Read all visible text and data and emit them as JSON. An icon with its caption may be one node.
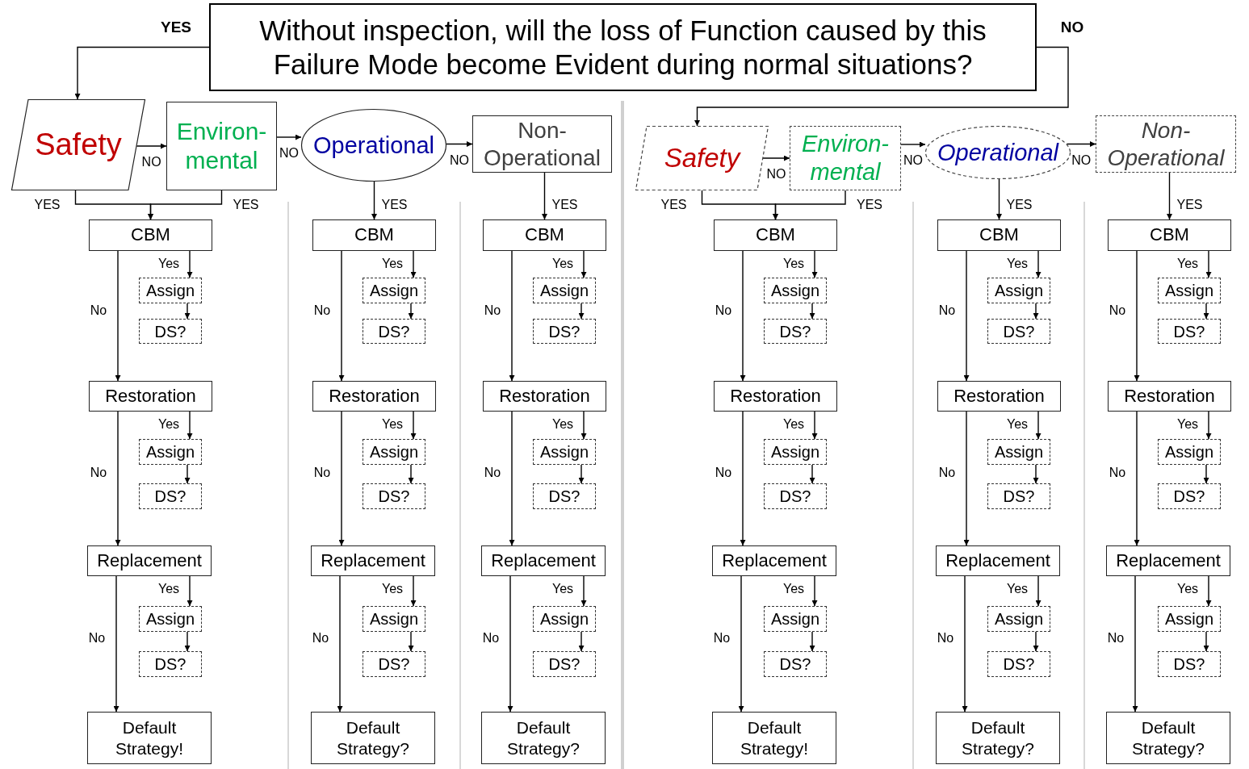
{
  "diagram": {
    "nodes": [
      {
        "text": [
          "Without inspection, will the loss of Function caused by this Failure Mode become Evident during normal situations?"
        ]
      },
      {
        "text": [
          "Safety"
        ]
      },
      {
        "text": [
          "Environ- mental"
        ]
      },
      {
        "text": [
          "Operational"
        ]
      },
      {
        "text": [
          "Non- Operational"
        ]
      },
      {
        "text": [
          "Safety"
        ]
      },
      {
        "text": [
          "Environ- mental"
        ]
      },
      {
        "text": [
          "Operational"
        ]
      },
      {
        "text": [
          "Non- Operational"
        ]
      },
      {
        "text": [
          "CBM"
        ]
      },
      {
        "text": [
          "Assign"
        ]
      },
      {
        "text": [
          "DS?"
        ]
      },
      {
        "text": [
          "Restoration"
        ]
      },
      {
        "text": [
          "Assign"
        ]
      },
      {
        "text": [
          "DS?"
        ]
      },
      {
        "text": [
          "Replacement"
        ]
      },
      {
        "text": [
          "Assign"
        ]
      },
      {
        "text": [
          "DS?"
        ]
      },
      {
        "text": [
          "Default Strategy!"
        ]
      },
      {
        "text": [
          "CBM"
        ]
      },
      {
        "text": [
          "Assign"
        ]
      },
      {
        "text": [
          "DS?"
        ]
      },
      {
        "text": [
          "Restoration"
        ]
      },
      {
        "text": [
          "Assign"
        ]
      },
      {
        "text": [
          "DS?"
        ]
      },
      {
        "text": [
          "Replacement"
        ]
      },
      {
        "text": [
          "Assign"
        ]
      },
      {
        "text": [
          "DS?"
        ]
      },
      {
        "text": [
          "Default Strategy?"
        ]
      },
      {
        "text": [
          "CBM"
        ]
      },
      {
        "text": [
          "Assign"
        ]
      },
      {
        "text": [
          "DS?"
        ]
      },
      {
        "text": [
          "Restoration"
        ]
      },
      {
        "text": [
          "Assign"
        ]
      },
      {
        "text": [
          "DS?"
        ]
      },
      {
        "text": [
          "Replacement"
        ]
      },
      {
        "text": [
          "Assign"
        ]
      },
      {
        "text": [
          "DS?"
        ]
      },
      {
        "text": [
          "Default Strategy?"
        ]
      },
      {
        "text": [
          "CBM"
        ]
      },
      {
        "text": [
          "Assign"
        ]
      },
      {
        "text": [
          "DS?"
        ]
      },
      {
        "text": [
          "Restoration"
        ]
      },
      {
        "text": [
          "Assign"
        ]
      },
      {
        "text": [
          "DS?"
        ]
      },
      {
        "text": [
          "Replacement"
        ]
      },
      {
        "text": [
          "Assign"
        ]
      },
      {
        "text": [
          "DS?"
        ]
      },
      {
        "text": [
          "Default Strategy!"
        ]
      },
      {
        "text": [
          "CBM"
        ]
      },
      {
        "text": [
          "Assign"
        ]
      },
      {
        "text": [
          "DS?"
        ]
      },
      {
        "text": [
          "Restoration"
        ]
      },
      {
        "text": [
          "Assign"
        ]
      },
      {
        "text": [
          "DS?"
        ]
      },
      {
        "text": [
          "Replacement"
        ]
      },
      {
        "text": [
          "Assign"
        ]
      },
      {
        "text": [
          "DS?"
        ]
      },
      {
        "text": [
          "Default Strategy?"
        ]
      },
      {
        "text": [
          "CBM"
        ]
      },
      {
        "text": [
          "Assign"
        ]
      },
      {
        "text": [
          "DS?"
        ]
      },
      {
        "text": [
          "Restoration"
        ]
      },
      {
        "text": [
          "Assign"
        ]
      },
      {
        "text": [
          "DS?"
        ]
      },
      {
        "text": [
          "Replacement"
        ]
      },
      {
        "text": [
          "Assign"
        ]
      },
      {
        "text": [
          "DS?"
        ]
      },
      {
        "text": [
          "Default Strategy?"
        ]
      }
    ],
    "edges": [
      {
        "from": 0,
        "to": 1,
        "arrow": "to",
        "label": "YES"
      },
      {
        "from": 0,
        "to": 5,
        "arrow": "to",
        "label": "NO"
      },
      {
        "from": 1,
        "to": 2,
        "arrow": "to",
        "label": "NO"
      },
      {
        "from": 2,
        "to": 3,
        "arrow": "to",
        "label": "NO"
      },
      {
        "from": 3,
        "to": 4,
        "arrow": "to",
        "label": "NO"
      },
      {
        "from": 1,
        "to": 9,
        "arrow": "to",
        "label": "YES"
      },
      {
        "from": 2,
        "to": 9,
        "arrow": "to",
        "label": "YES"
      },
      {
        "from": 3,
        "to": 19,
        "arrow": "to",
        "label": "YES"
      },
      {
        "from": 4,
        "to": 29,
        "arrow": "to",
        "label": "YES"
      },
      {
        "from": 5,
        "to": 6,
        "arrow": "to",
        "label": "NO"
      },
      {
        "from": 6,
        "to": 7,
        "arrow": "to",
        "label": "NO"
      },
      {
        "from": 7,
        "to": 8,
        "arrow": "to",
        "label": "NO"
      },
      {
        "from": 5,
        "to": 39,
        "arrow": "to",
        "label": "YES"
      },
      {
        "from": 6,
        "to": 39,
        "arrow": "to",
        "label": "YES"
      },
      {
        "from": 7,
        "to": 49,
        "arrow": "to",
        "label": "YES"
      },
      {
        "from": 8,
        "to": 59,
        "arrow": "to",
        "label": "YES"
      },
      {
        "from": 9,
        "to": 10,
        "arrow": "to",
        "label": "Yes"
      },
      {
        "from": 10,
        "to": 11,
        "arrow": "to"
      },
      {
        "from": 9,
        "to": 12,
        "arrow": "to",
        "label": "No"
      },
      {
        "from": 12,
        "to": 13,
        "arrow": "to",
        "label": "Yes"
      },
      {
        "from": 13,
        "to": 14,
        "arrow": "to"
      },
      {
        "from": 12,
        "to": 15,
        "arrow": "to",
        "label": "No"
      },
      {
        "from": 15,
        "to": 16,
        "arrow": "to",
        "label": "Yes"
      },
      {
        "from": 16,
        "to": 17,
        "arrow": "to"
      },
      {
        "from": 15,
        "to": 18,
        "arrow": "to",
        "label": "No"
      },
      {
        "from": 19,
        "to": 20,
        "arrow": "to",
        "label": "Yes"
      },
      {
        "from": 20,
        "to": 21,
        "arrow": "to"
      },
      {
        "from": 19,
        "to": 22,
        "arrow": "to",
        "label": "No"
      },
      {
        "from": 22,
        "to": 23,
        "arrow": "to",
        "label": "Yes"
      },
      {
        "from": 23,
        "to": 24,
        "arrow": "to"
      },
      {
        "from": 22,
        "to": 25,
        "arrow": "to",
        "label": "No"
      },
      {
        "from": 25,
        "to": 26,
        "arrow": "to",
        "label": "Yes"
      },
      {
        "from": 26,
        "to": 27,
        "arrow": "to"
      },
      {
        "from": 25,
        "to": 28,
        "arrow": "to",
        "label": "No"
      },
      {
        "from": 29,
        "to": 30,
        "arrow": "to",
        "label": "Yes"
      },
      {
        "from": 30,
        "to": 31,
        "arrow": "to"
      },
      {
        "from": 29,
        "to": 32,
        "arrow": "to",
        "label": "No"
      },
      {
        "from": 32,
        "to": 33,
        "arrow": "to",
        "label": "Yes"
      },
      {
        "from": 33,
        "to": 34,
        "arrow": "to"
      },
      {
        "from": 32,
        "to": 35,
        "arrow": "to",
        "label": "No"
      },
      {
        "from": 35,
        "to": 36,
        "arrow": "to",
        "label": "Yes"
      },
      {
        "from": 36,
        "to": 37,
        "arrow": "to"
      },
      {
        "from": 35,
        "to": 38,
        "arrow": "to",
        "label": "No"
      },
      {
        "from": 39,
        "to": 40,
        "arrow": "to",
        "label": "Yes"
      },
      {
        "from": 40,
        "to": 41,
        "arrow": "to"
      },
      {
        "from": 39,
        "to": 42,
        "arrow": "to",
        "label": "No"
      },
      {
        "from": 42,
        "to": 43,
        "arrow": "to",
        "label": "Yes"
      },
      {
        "from": 43,
        "to": 44,
        "arrow": "to"
      },
      {
        "from": 42,
        "to": 45,
        "arrow": "to",
        "label": "No"
      },
      {
        "from": 45,
        "to": 46,
        "arrow": "to",
        "label": "Yes"
      },
      {
        "from": 46,
        "to": 47,
        "arrow": "to"
      },
      {
        "from": 45,
        "to": 48,
        "arrow": "to",
        "label": "No"
      },
      {
        "from": 49,
        "to": 50,
        "arrow": "to",
        "label": "Yes"
      },
      {
        "from": 50,
        "to": 51,
        "arrow": "to"
      },
      {
        "from": 49,
        "to": 52,
        "arrow": "to",
        "label": "No"
      },
      {
        "from": 52,
        "to": 53,
        "arrow": "to",
        "label": "Yes"
      },
      {
        "from": 53,
        "to": 54,
        "arrow": "to"
      },
      {
        "from": 52,
        "to": 55,
        "arrow": "to",
        "label": "No"
      },
      {
        "from": 55,
        "to": 56,
        "arrow": "to",
        "label": "Yes"
      },
      {
        "from": 56,
        "to": 57,
        "arrow": "to"
      },
      {
        "from": 55,
        "to": 58,
        "arrow": "to",
        "label": "No"
      },
      {
        "from": 59,
        "to": 60,
        "arrow": "to",
        "label": "Yes"
      },
      {
        "from": 60,
        "to": 61,
        "arrow": "to"
      },
      {
        "from": 59,
        "to": 62,
        "arrow": "to",
        "label": "No"
      },
      {
        "from": 62,
        "to": 63,
        "arrow": "to",
        "label": "Yes"
      },
      {
        "from": 63,
        "to": 64,
        "arrow": "to"
      },
      {
        "from": 62,
        "to": 65,
        "arrow": "to",
        "label": "No"
      },
      {
        "from": 65,
        "to": 66,
        "arrow": "to",
        "label": "Yes"
      },
      {
        "from": 66,
        "to": 67,
        "arrow": "to"
      },
      {
        "from": 65,
        "to": 68,
        "arrow": "to",
        "label": "No"
      }
    ]
  }
}
